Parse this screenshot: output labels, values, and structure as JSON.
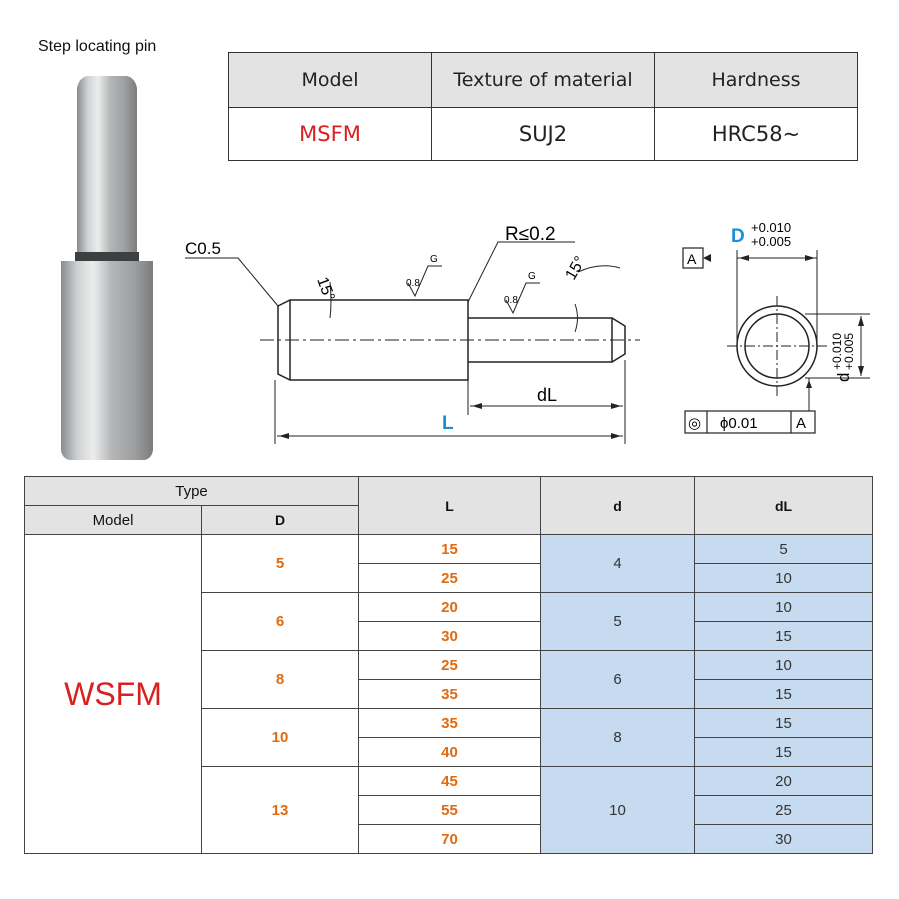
{
  "title": "Step locating pin",
  "spec_table": {
    "headers": [
      "Model",
      "Texture of material",
      "Hardness"
    ],
    "values": [
      "MSFM",
      "SUJ2",
      "HRC58~"
    ]
  },
  "drawing": {
    "chamfer": "C0.5",
    "radius": "R≤0.2",
    "angle_left": "15°",
    "angle_right": "15°",
    "roughness_1": "0.8",
    "roughness_1_g": "G",
    "roughness_2": "0.8",
    "roughness_2_g": "G",
    "dim_dL": "dL",
    "dim_L": "L",
    "datum": "A",
    "dim_D": "D",
    "tol_D_upper": "+0.010",
    "tol_D_lower": "+0.005",
    "dim_d": "d",
    "tol_d_upper": "+0.010",
    "tol_d_lower": "+0.005",
    "concentricity_symbol": "◎",
    "concentricity_value": "ϕ0.01",
    "concentricity_datum": "A"
  },
  "main_table": {
    "header_type": "Type",
    "header_model": "Model",
    "header_D": "D",
    "header_L": "L",
    "header_d": "d",
    "header_dL": "dL",
    "model": "WSFM",
    "groups": [
      {
        "D": "5",
        "d": "4",
        "rows": [
          {
            "L": "15",
            "dL": "5"
          },
          {
            "L": "25",
            "dL": "10"
          }
        ]
      },
      {
        "D": "6",
        "d": "5",
        "rows": [
          {
            "L": "20",
            "dL": "10"
          },
          {
            "L": "30",
            "dL": "15"
          }
        ]
      },
      {
        "D": "8",
        "d": "6",
        "rows": [
          {
            "L": "25",
            "dL": "10"
          },
          {
            "L": "35",
            "dL": "15"
          }
        ]
      },
      {
        "D": "10",
        "d": "8",
        "rows": [
          {
            "L": "35",
            "dL": "15"
          },
          {
            "L": "40",
            "dL": "15"
          }
        ]
      },
      {
        "D": "13",
        "d": "10",
        "rows": [
          {
            "L": "45",
            "dL": "20"
          },
          {
            "L": "55",
            "dL": "25"
          },
          {
            "L": "70",
            "dL": "30"
          }
        ]
      }
    ]
  },
  "colors": {
    "red": "#d92020",
    "orange": "#e06a10",
    "blue_dim": "#1a8fd6",
    "cell_blue": "#c7dbf0",
    "header_gray": "#e3e3e3"
  }
}
